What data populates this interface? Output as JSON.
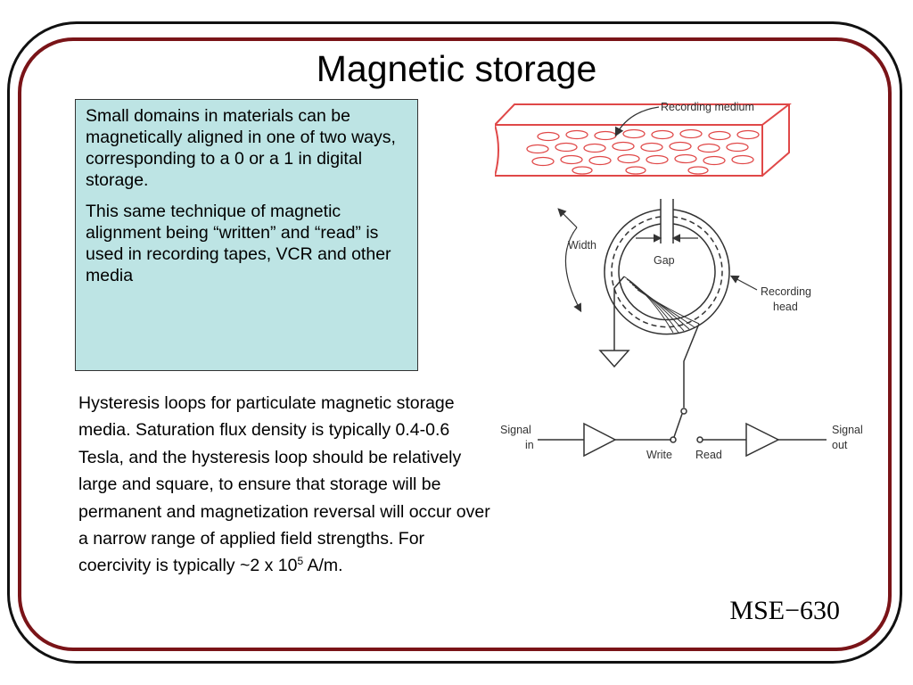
{
  "slide": {
    "title": "Magnetic storage",
    "footer": "MSE−630"
  },
  "callout": {
    "paragraph1": "Small domains in materials can be magnetically aligned in one of two ways, corresponding to a 0 or a 1 in digital storage.",
    "paragraph2": "This same technique of magnetic alignment being “written” and “read” is used in recording tapes, VCR and other media"
  },
  "caption": {
    "text_before_exponent": "Hysteresis loops for particulate magnetic storage media. Saturation flux density is typically 0.4-0.6 Tesla, and the hysteresis loop should be relatively large and square, to ensure that storage will be permanent and magnetization reversal will occur over a narrow range of applied field strengths. For coercivity is typically ~2 x 10",
    "exponent": "5",
    "text_after_exponent": " A/m."
  },
  "diagram": {
    "labels": {
      "recording_medium": "Recording medium",
      "width": "Width",
      "gap": "Gap",
      "recording_head_line1": "Recording",
      "recording_head_line2": "head",
      "signal_in_line1": "Signal",
      "signal_in_line2": "in",
      "write": "Write",
      "read": "Read",
      "signal_out_line1": "Signal",
      "signal_out_line2": "out"
    },
    "colors": {
      "medium": "#e04848",
      "line": "#333333"
    }
  }
}
